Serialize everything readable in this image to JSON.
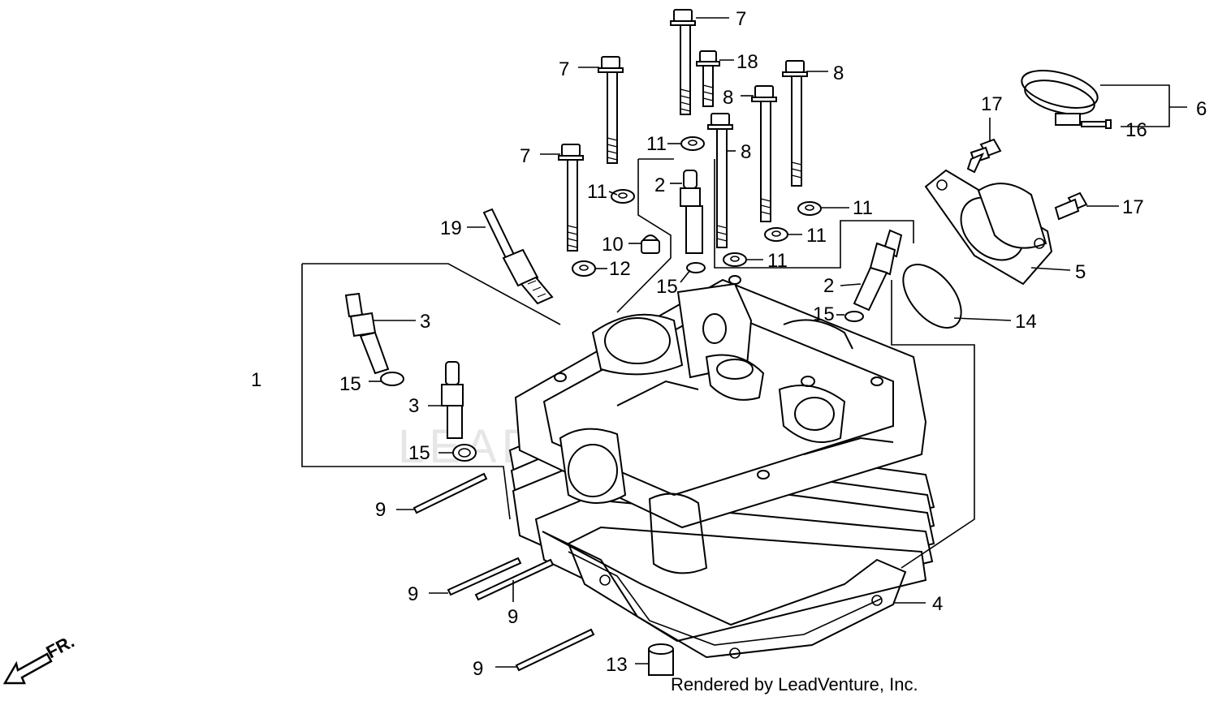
{
  "diagram": {
    "credit": "Rendered by LeadVenture, Inc.",
    "watermark": "LEADVENTURE",
    "direction_label": "FR.",
    "callouts": {
      "c1": "1",
      "c2a": "2",
      "c2b": "2",
      "c3a": "3",
      "c3b": "3",
      "c4": "4",
      "c5": "5",
      "c6": "6",
      "c7a": "7",
      "c7b": "7",
      "c7c": "7",
      "c8a": "8",
      "c8b": "8",
      "c8c": "8",
      "c9a": "9",
      "c9b": "9",
      "c9c": "9",
      "c9d": "9",
      "c10": "10",
      "c11a": "11",
      "c11b": "11",
      "c11c": "11",
      "c11d": "11",
      "c11e": "11",
      "c12": "12",
      "c13": "13",
      "c14": "14",
      "c15a": "15",
      "c15b": "15",
      "c15c": "15",
      "c15d": "15",
      "c16": "16",
      "c17a": "17",
      "c17b": "17",
      "c18": "18",
      "c19": "19"
    }
  }
}
